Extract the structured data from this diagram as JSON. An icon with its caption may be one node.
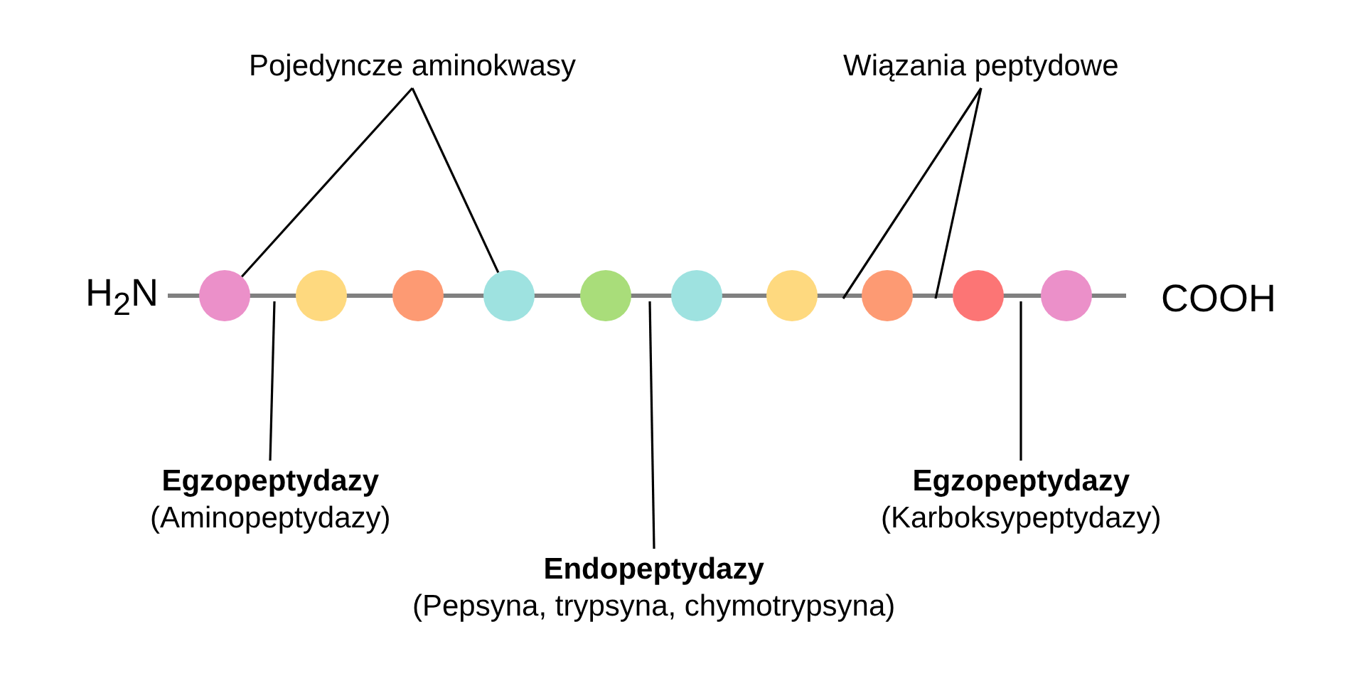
{
  "diagram": {
    "nodes": [
      {
        "text": [
          "Pojedyncze aminokwasy"
        ]
      },
      {
        "text": [
          "Wiązania peptydowe"
        ]
      },
      {
        "text": [
          "H$_{2}$N"
        ]
      },
      {
        "text": [],
        "shape": "circle"
      },
      {
        "text": [],
        "shape": "circle"
      },
      {
        "text": [],
        "shape": "circle"
      },
      {
        "text": [],
        "shape": "circle"
      },
      {
        "text": [],
        "shape": "circle"
      },
      {
        "text": [],
        "shape": "circle"
      },
      {
        "text": [],
        "shape": "circle"
      },
      {
        "text": [],
        "shape": "circle"
      },
      {
        "text": [],
        "shape": "circle"
      },
      {
        "text": [],
        "shape": "circle"
      },
      {
        "text": [
          "COOH"
        ]
      },
      {
        "text": [
          "Egzopeptydazy",
          "(Aminopeptydazy)"
        ]
      },
      {
        "text": [
          "Egzopeptydazy",
          "(Karboksypeptydazy)"
        ]
      },
      {
        "text": [
          "Endopeptydazy",
          "(Pepsyna, trypsyna, chymotrypsyna)"
        ]
      }
    ],
    "edges": [
      {
        "from": 0,
        "to": 3,
        "arrow": "none"
      },
      {
        "from": 0,
        "to": 6,
        "arrow": "none"
      },
      {
        "from": 1,
        "to": null,
        "arrow": "none"
      },
      {
        "from": 1,
        "to": null,
        "arrow": "none"
      },
      {
        "from": 14,
        "to": null,
        "arrow": "none"
      },
      {
        "from": 16,
        "to": null,
        "arrow": "none"
      },
      {
        "from": 15,
        "to": null,
        "arrow": "none"
      }
    ]
  }
}
